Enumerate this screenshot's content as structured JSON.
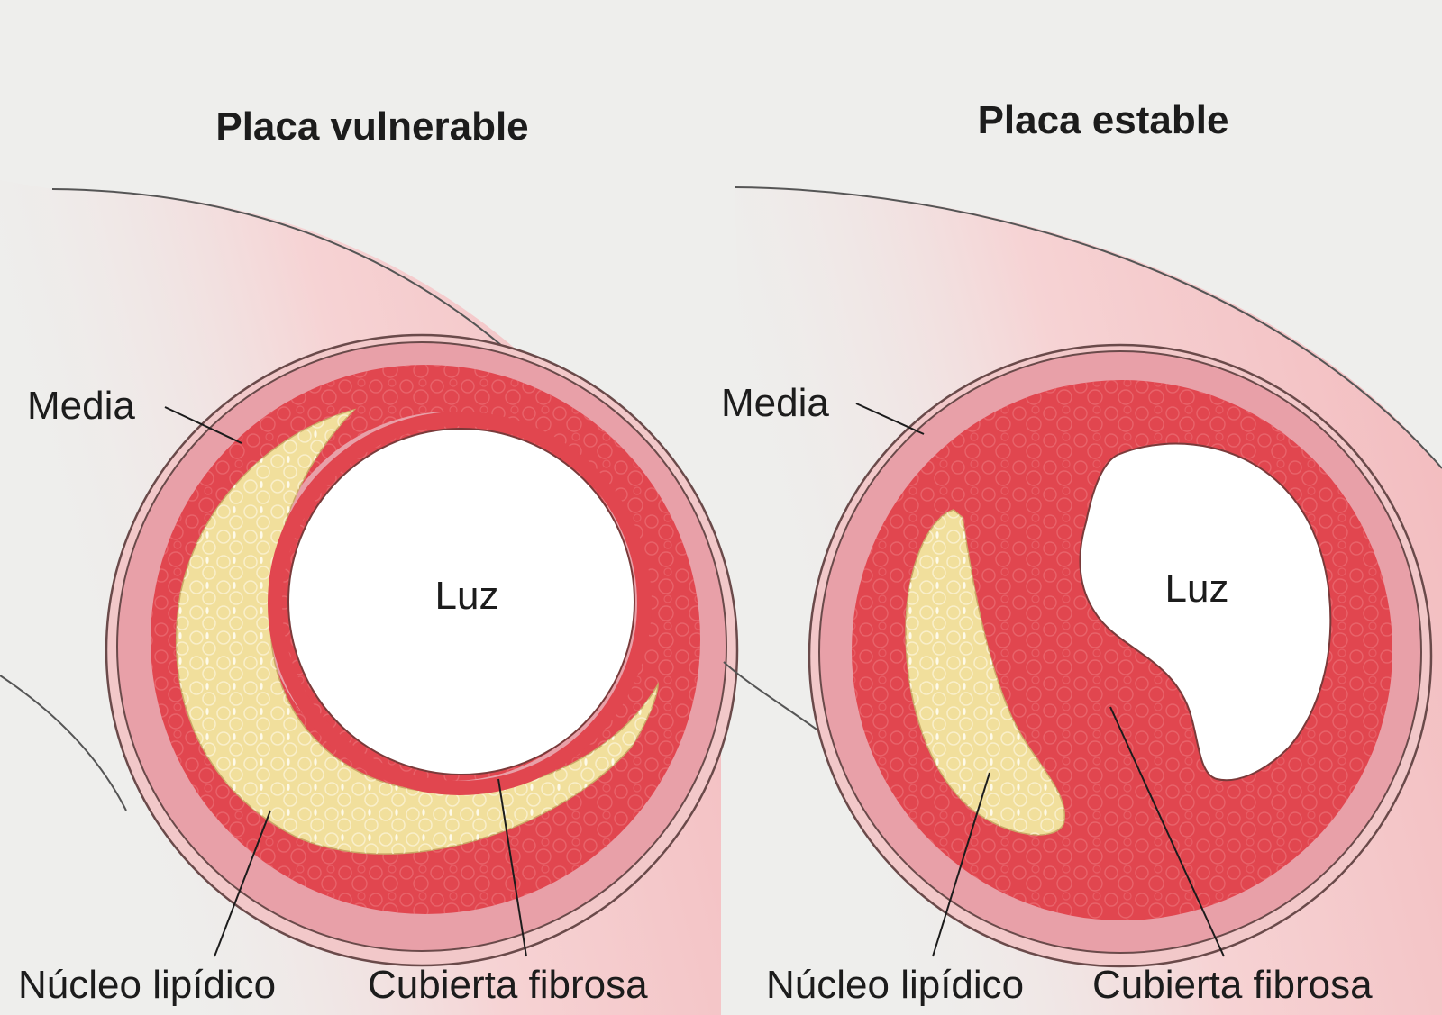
{
  "left_panel": {
    "title": "Placa vulnerable",
    "labels": {
      "media": "Media",
      "lumen": "Luz",
      "lipid_core": "Núcleo lipídico",
      "fibrous_cap": "Cubierta fibrosa"
    }
  },
  "right_panel": {
    "title": "Placa estable",
    "labels": {
      "media": "Media",
      "lumen": "Luz",
      "lipid_core": "Núcleo lipídico",
      "fibrous_cap": "Cubierta fibrosa"
    }
  },
  "colors": {
    "background": "#eeeeec",
    "vessel_outer": "#f3c3c5",
    "media": "#e8a0a8",
    "plaque": "#e1464f",
    "lipid_core": "#f1df9c",
    "lumen": "#ffffff",
    "outline": "#6a4a4a"
  }
}
